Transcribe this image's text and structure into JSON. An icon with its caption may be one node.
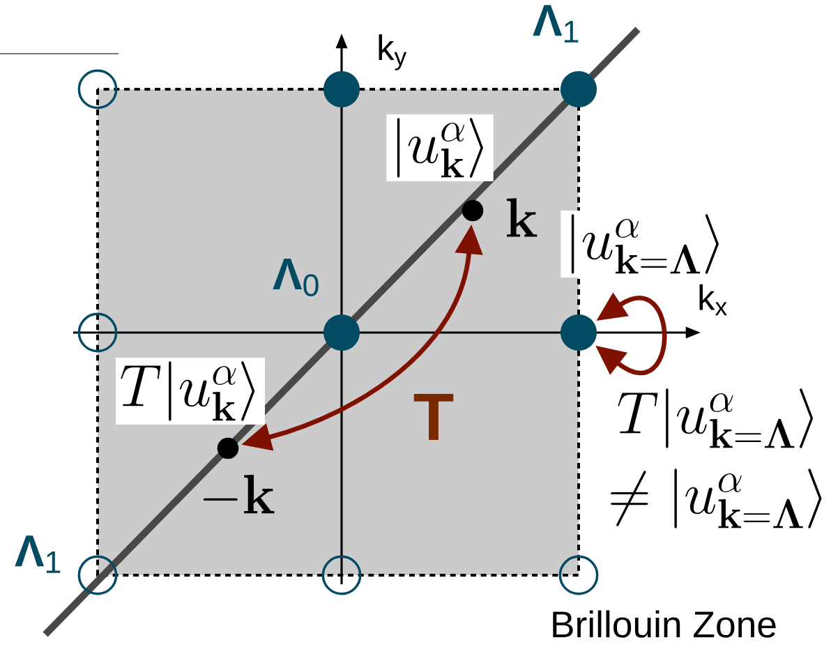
{
  "diagram": {
    "nodes": [
      {
        "text": [],
        "shape": "circle"
      },
      {
        "text": [],
        "shape": "disc"
      },
      {
        "text": [],
        "shape": "disc",
        "beside": [
          "**Λ**$_{1}$"
        ]
      },
      {
        "text": [],
        "shape": "dot",
        "beside": [
          "|u^{\\alpha}_{\\mathbf{k}}\\rangle",
          "\\mathbf{k}"
        ]
      },
      {
        "text": [],
        "shape": "circle"
      },
      {
        "text": [],
        "shape": "disc",
        "beside": [
          "**Λ**$_{0}$"
        ]
      },
      {
        "text": [],
        "shape": "disc",
        "beside": [
          "T|u^{\\alpha}_{\\mathbf{k}=\\mathbf{\\Lambda}}\\rangle",
          "\\neq|u^{\\alpha}_{\\mathbf{k}=\\mathbf{\\Lambda}}\\rangle"
        ]
      },
      {
        "text": [],
        "shape": "dot",
        "beside": [
          "T|u^{\\alpha}_{\\mathbf{k}}\\rangle",
          "-\\mathbf{k}"
        ]
      },
      {
        "text": [],
        "shape": "circle",
        "beside": [
          "**Λ**$_{1}$"
        ]
      },
      {
        "text": [],
        "shape": "circle"
      },
      {
        "text": [],
        "shape": "circle"
      }
    ],
    "edges": [
      {
        "from": 3,
        "to": 7,
        "arrow": "both",
        "label": "T"
      },
      {
        "from": 6,
        "to": 6,
        "arrow": "both"
      }
    ],
    "labels": [
      "k$_{y}$",
      "|u^{\\alpha}_{\\mathbf{k}=\\mathbf{\\Lambda}}\\rangle",
      "k$_{x}$",
      "Brillouin Zone"
    ]
  }
}
